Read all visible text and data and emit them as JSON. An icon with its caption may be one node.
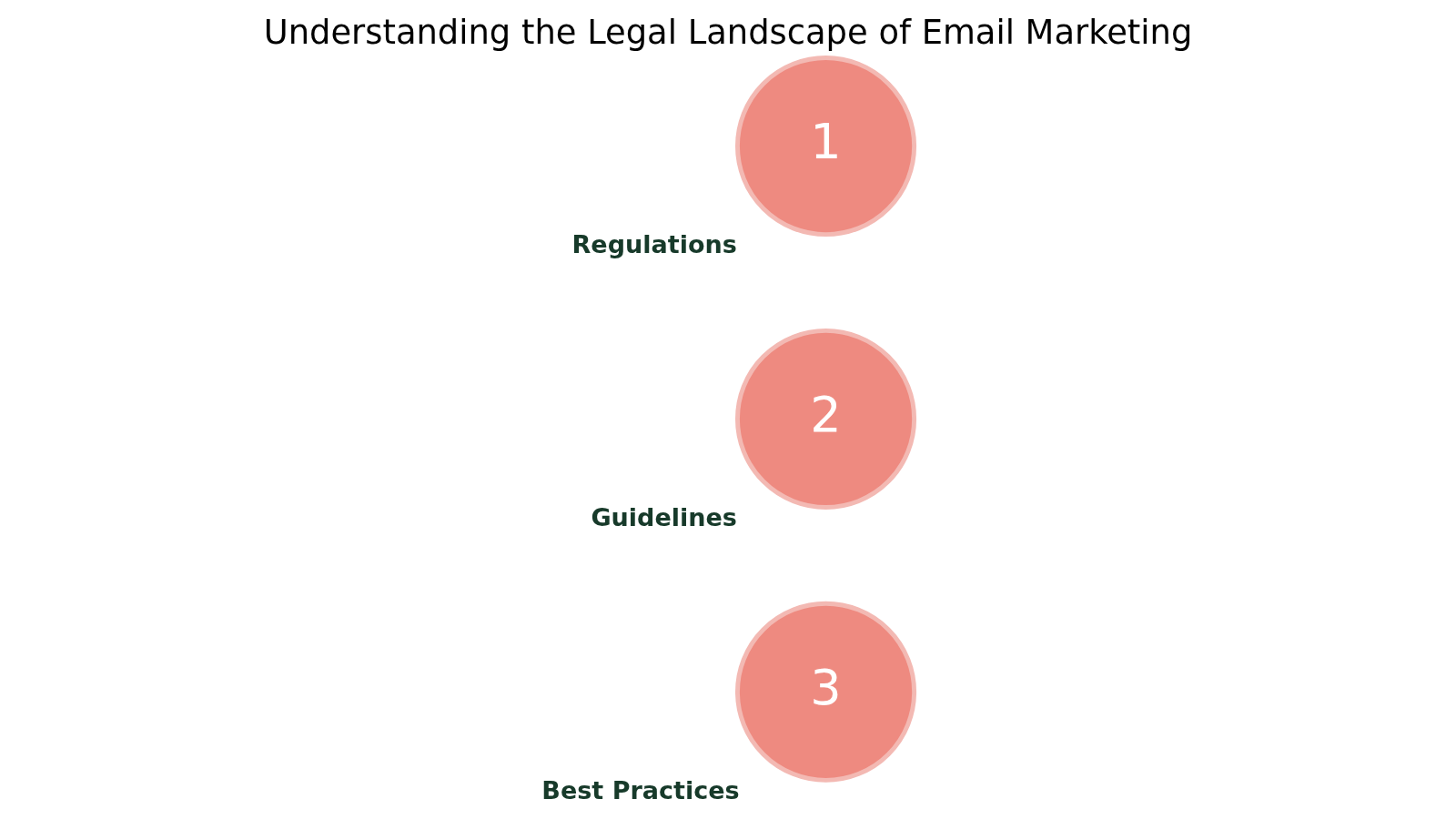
{
  "diagram": {
    "title": "Understanding the Legal Landscape of Email Marketing",
    "nodes": [
      {
        "text": [
          "1"
        ],
        "beside": [
          "Regulations"
        ]
      },
      {
        "text": [
          "2"
        ],
        "beside": [
          "Guidelines"
        ]
      },
      {
        "text": [
          "3"
        ],
        "beside": [
          "Best Practices"
        ]
      }
    ]
  }
}
